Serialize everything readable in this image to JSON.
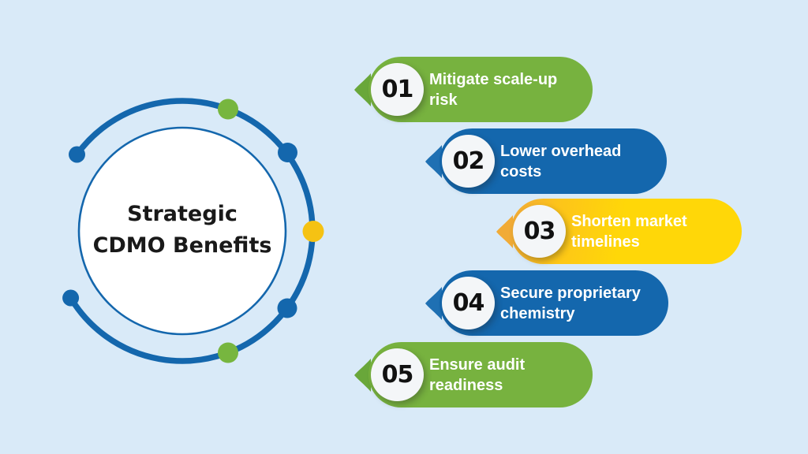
{
  "title": "Strategic CDMO Benefits",
  "items": [
    {
      "number": "01",
      "label": "Mitigate scale-up risk",
      "color": "green"
    },
    {
      "number": "02",
      "label": "Lower overhead costs",
      "color": "blue"
    },
    {
      "number": "03",
      "label": "Shorten market timelines",
      "color": "yellow"
    },
    {
      "number": "04",
      "label": "Secure proprietary chemistry",
      "color": "blue"
    },
    {
      "number": "05",
      "label": "Ensure audit readiness",
      "color": "green"
    }
  ],
  "colors": {
    "background": "#d9eaf8",
    "green": "#77b23f",
    "blue": "#1467ad",
    "yellow": "#ffd708",
    "yellow_accent": "#f0a93a",
    "ring": "#1467ad",
    "dot_green": "#77b63f",
    "dot_blue": "#1467ad",
    "dot_yellow": "#f5c213",
    "circle_fill": "#ffffff",
    "badge_text": "#ffffff",
    "number_text": "#111111",
    "title_text": "#191919"
  }
}
